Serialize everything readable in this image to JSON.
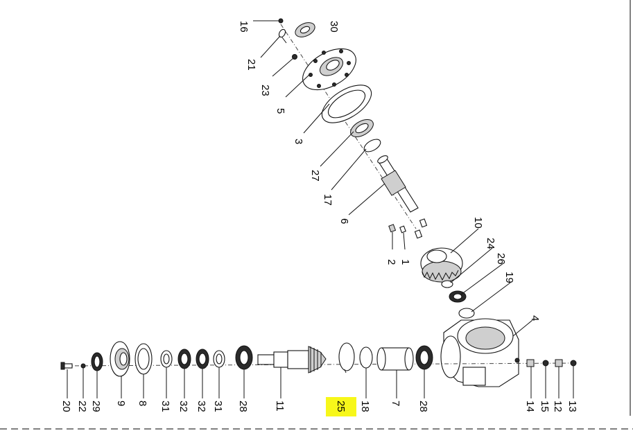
{
  "diagram": {
    "highlight_color": "#f7f71a",
    "highlighted_label": "25",
    "labels": {
      "l16": "16",
      "l30": "30",
      "l21": "21",
      "l23": "23",
      "l5": "5",
      "l3": "3",
      "l27": "27",
      "l17": "17",
      "l6": "6",
      "l10": "10",
      "l2": "2",
      "l1": "1",
      "l24": "24",
      "l26": "26",
      "l19": "19",
      "l4": "4",
      "l20": "20",
      "l22": "22",
      "l29": "29",
      "l9": "9",
      "l8": "8",
      "l31a": "31",
      "l32a": "32",
      "l32b": "32",
      "l31b": "31",
      "l28a": "28",
      "l11": "11",
      "l25": "25",
      "l18": "18",
      "l7": "7",
      "l28b": "28",
      "l14": "14",
      "l15": "15",
      "l12": "12",
      "l13": "13"
    }
  }
}
